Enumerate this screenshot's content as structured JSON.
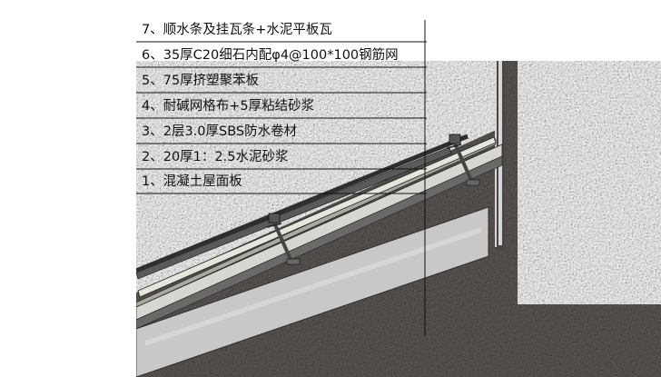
{
  "layers": [
    {
      "id": "l7",
      "label": "7、顺水条及挂瓦条+水泥平板瓦"
    },
    {
      "id": "l6",
      "label": "6、35厚C20细石内配φ4@100*100钢筋网"
    },
    {
      "id": "l5",
      "label": "5、75厚挤塑聚苯板"
    },
    {
      "id": "l4",
      "label": "4、耐碱网格布+5厚粘结砂浆"
    },
    {
      "id": "l3",
      "label": "3、2层3.0厚SBS防水卷材"
    },
    {
      "id": "l2",
      "label": "2、20厚1：2.5水泥砂浆"
    },
    {
      "id": "l1",
      "label": "1、混凝土屋面板"
    }
  ],
  "colors": {
    "concrete": "#5e5956",
    "concrete_speckle_light": "#8a8480",
    "concrete_speckle_dark": "#3a3633",
    "insulation": "#c9c9c9",
    "screed": "#dcdcd2",
    "roof_tile": "#3f3f3f",
    "line": "#111111"
  }
}
